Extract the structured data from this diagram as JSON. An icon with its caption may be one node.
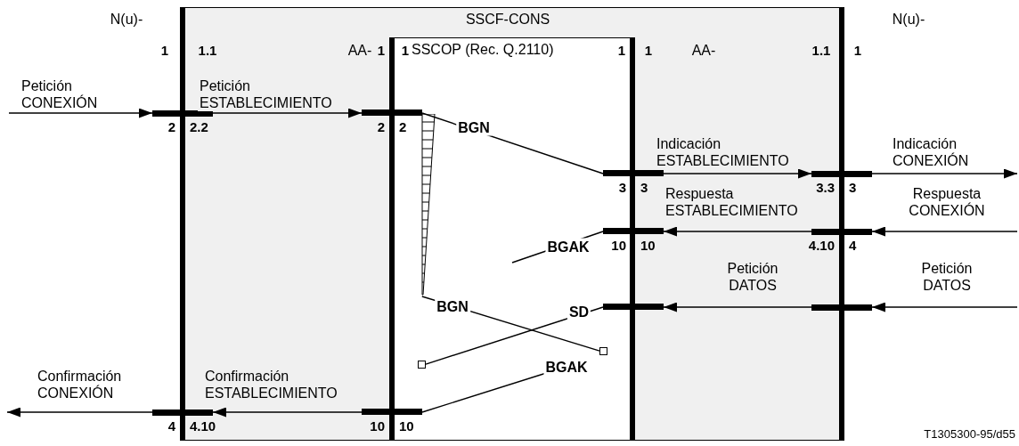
{
  "diagram": {
    "nodes": [
      {
        "text": [
          "SSCF-CONS"
        ]
      },
      {
        "text": [
          "SSCOP (Rec. Q.2110)"
        ],
        "in": 0
      },
      {
        "text": [],
        "shape": "bar",
        "beside": [
          "2",
          "2.2"
        ]
      },
      {
        "text": [],
        "shape": "bar",
        "beside": [
          "2",
          "2"
        ],
        "in": 0
      },
      {
        "text": [],
        "shape": "picture",
        "in": 1
      },
      {
        "text": [],
        "shape": "bar",
        "beside": [
          "3",
          "3"
        ],
        "in": 0
      },
      {
        "text": [],
        "shape": "bar",
        "beside": [
          "3.3",
          "3"
        ]
      },
      {
        "text": [],
        "shape": "bar",
        "beside": [
          "10",
          "10"
        ],
        "in": 0
      },
      {
        "text": [],
        "shape": "bar",
        "beside": [
          "4.10",
          "4"
        ]
      },
      {
        "text": [],
        "shape": "bar",
        "in": 0
      },
      {
        "text": [],
        "shape": "bar"
      },
      {
        "text": [],
        "shape": "box",
        "in": 1
      },
      {
        "text": [],
        "shape": "box",
        "in": 1
      },
      {
        "text": [],
        "shape": "bar",
        "beside": [
          "4",
          "4.10"
        ]
      },
      {
        "text": [],
        "shape": "bar",
        "beside": [
          "10",
          "10"
        ],
        "in": 0
      }
    ],
    "edges": [
      {
        "from": null,
        "to": 2,
        "arrow": "to",
        "label": "Petición CONEXIÓN"
      },
      {
        "from": 2,
        "to": 3,
        "arrow": "to",
        "label": "Petición ESTABLECIMIENTO"
      },
      {
        "from": 3,
        "to": 5,
        "arrow": "none",
        "label": "BGN"
      },
      {
        "from": 5,
        "to": 6,
        "arrow": "to",
        "label": "Indicación ESTABLECIMIENTO"
      },
      {
        "from": 6,
        "to": null,
        "arrow": "to",
        "label": "Indicación CONEXIÓN"
      },
      {
        "from": null,
        "to": 8,
        "arrow": "to",
        "label": "Respuesta CONEXIÓN"
      },
      {
        "from": 8,
        "to": 7,
        "arrow": "to",
        "label": "Respuesta ESTABLECIMIENTO"
      },
      {
        "from": 7,
        "to": null,
        "arrow": "none",
        "label": "BGAK"
      },
      {
        "from": null,
        "to": 10,
        "arrow": "to",
        "label": "Petición DATOS"
      },
      {
        "from": 10,
        "to": 9,
        "arrow": "to",
        "label": "Petición DATOS"
      },
      {
        "from": 9,
        "to": 12,
        "arrow": "none",
        "label": "SD"
      },
      {
        "from": 4,
        "to": 11,
        "arrow": "none",
        "label": "BGN"
      },
      {
        "from": 14,
        "to": null,
        "arrow": "none",
        "label": "BGAK"
      },
      {
        "from": 14,
        "to": 13,
        "arrow": "to",
        "label": "Confirmación ESTABLECIMIENTO"
      },
      {
        "from": 13,
        "to": null,
        "arrow": "to",
        "label": "Confirmación CONEXIÓN"
      }
    ],
    "labels": [
      "N(u)-",
      "N(u)-",
      "1",
      "1.1",
      "AA-",
      "1",
      "1",
      "1",
      "1",
      "AA-",
      "1.1",
      "1",
      "T1305300-95/d55"
    ]
  }
}
